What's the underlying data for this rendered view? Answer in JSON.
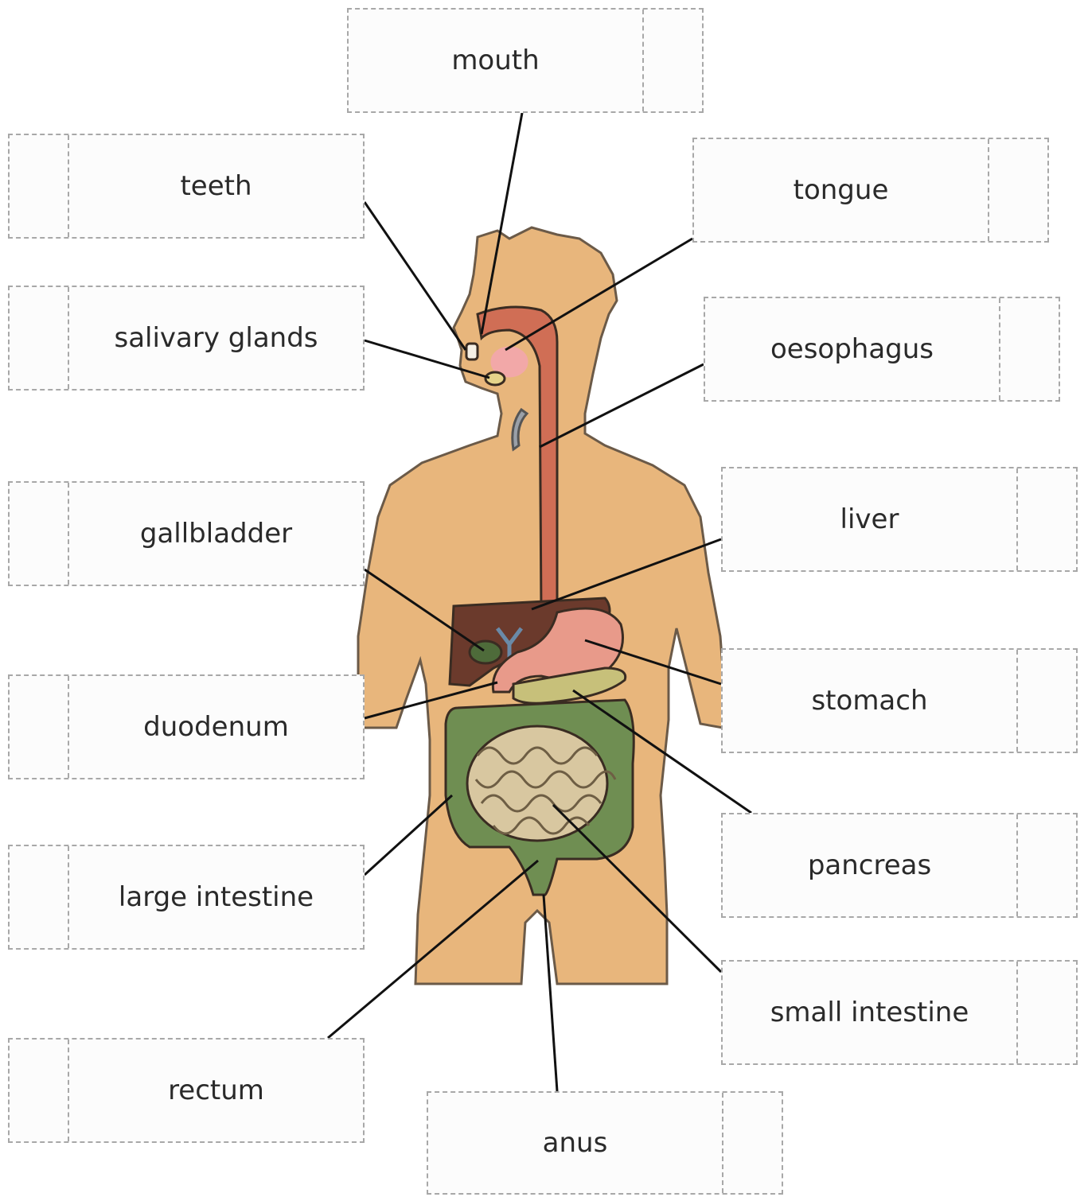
{
  "labels": [
    {
      "id": "mouth",
      "text": "mouth"
    },
    {
      "id": "teeth",
      "text": "teeth"
    },
    {
      "id": "tongue",
      "text": "tongue"
    },
    {
      "id": "salivary-glands",
      "text": "salivary glands"
    },
    {
      "id": "oesophagus",
      "text": "oesophagus"
    },
    {
      "id": "gallbladder",
      "text": "gallbladder"
    },
    {
      "id": "liver",
      "text": "liver"
    },
    {
      "id": "duodenum",
      "text": "duodenum"
    },
    {
      "id": "stomach",
      "text": "stomach"
    },
    {
      "id": "large-intestine",
      "text": "large intestine"
    },
    {
      "id": "pancreas",
      "text": "pancreas"
    },
    {
      "id": "small-intestine",
      "text": "small intestine"
    },
    {
      "id": "rectum",
      "text": "rectum"
    },
    {
      "id": "anus",
      "text": "anus"
    }
  ],
  "colors": {
    "skin": "#e8b67c",
    "skin_outline": "#6b5a48",
    "oesophagus": "#d06e55",
    "liver": "#6b3a2c",
    "gallbladder": "#4e6b3a",
    "stomach": "#e89a8a",
    "pancreas": "#c7c07a",
    "large_intestine": "#6f8e52",
    "small_intestine": "#d8c7a0",
    "leader_line": "#111111"
  }
}
